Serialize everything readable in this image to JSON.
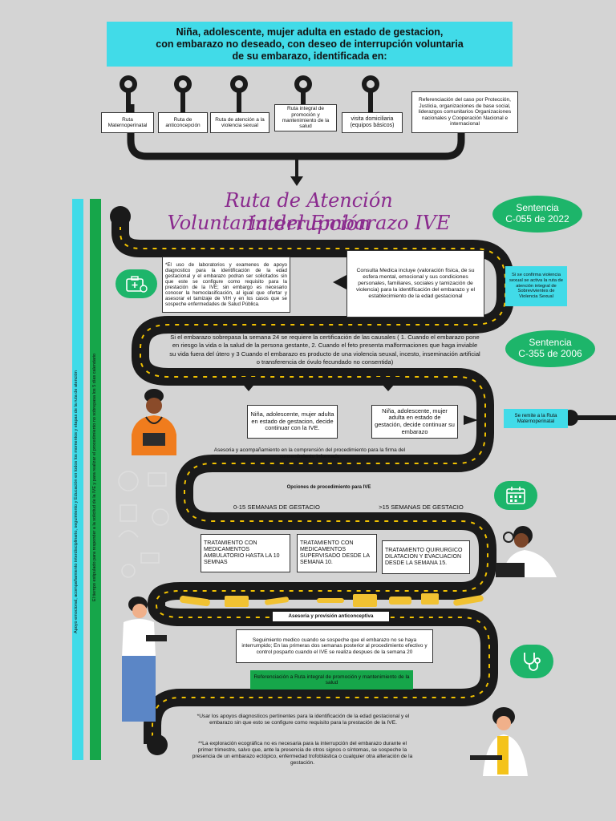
{
  "header": {
    "lines": [
      "Niña, adolescente, mujer adulta en estado de gestacion,",
      "con embarazo no deseado,  con deseo de interrupción voluntaria",
      "de su embarazo, identificada en:"
    ]
  },
  "entry_points": [
    "Ruta Maternoperinatal",
    "Ruta de anticoncepción",
    "Ruta de atención a la violencia sexual",
    "Ruta integral de promoción y mantenimiento de la salud",
    "visita domiciliaria (equipos básicos)",
    "Referenciación del caso por Protección, Justicia, organizaciones de base social, liderazgos comunitarios  Organizaciones nacionales y Cooperación Nacional e internacional"
  ],
  "title": {
    "line1": "Ruta de Atención Interrupción",
    "line2": "Voluntaria del Embarazo IVE",
    "color": "#8a2a8e"
  },
  "sentencias": [
    {
      "line1": "Sentencia",
      "line2": "C-055 de 2022"
    },
    {
      "line1": "Sentencia",
      "line2": "C-355 de 2006"
    }
  ],
  "side_bars": {
    "cyan_text": "Apoyo emocional, acompañamiento interdisciplinario, seguimiento y Educación en todos los momentos y etapas de la ruta de atención",
    "green_text": "El tiempo estipulado para responder a la solicitud de la IVE y para realizar el procedimiento no sobrepasa los 5 días calendario"
  },
  "boxes": {
    "labs": "*El uso de laboratorios y examenes de apoyo diagnostico  para la identificación de la edad gestacional y el embarazo podran ser solicitados sin que este se configure como requisito para la prestación de la IVE; sin embargo es necesario conocer la hemoclasificación, al igual que ofertar y asesorar el tamizaje de VIH y en los casos que se sospeche enfermedades de Salud Pública.",
    "consulta": "Consulta Medica incluye  (valoración física, de su esfera mental, emocional y sus condiciones personales, familiares, sociales y tamización de violencia) para la identificación del embarazo  y el establecimiento de la edad gestacional",
    "violencia": "Si se confirma violencia sexual se activa la ruta de atención integral de Sobrevivientes de Violencia Sexual",
    "semana24": "Si el embarazo sobrepasa la semana 24 se requiere la certificación de las causales ( 1. Cuando el embarazo pone en riesgo la vida o la salud de la persona gestante, 2. Cuando el feto presenta malformaciones que haga inviable su vida fuera del útero y 3 Cuando el embarazo es producto de una violencia seuxal, incesto, inseminación artificial o transferencia de óvulo fecundado no consentida)",
    "no_continuar": "Niña, adolescente, mujer adulta en estado de gestacion, decide continuar con la IVE.",
    "continuar": "Niña, adolescente, mujer adulta en estado de gestación, decide continuar su embarazo",
    "remite": "Se remite a la Ruta Maternoperinatal",
    "asesoria": "Asesoria y acompañamiento en la comprensión del procedimiento para la firma del consentimiento Informado",
    "opciones": "Opciones de procedimiento para IVE",
    "rango1": "0-15 SEMANAS DE GESTACIO",
    "rango2": ">15 SEMANAS DE GESTACIO",
    "trat1": "TRATAMIENTO CON MEDICAMENTOS AMBULATORIO HASTA LA 10 SEMNAS",
    "trat2": "TRATAMIENTO CON MEDICAMENTOS SUPERVISADO DESDE LA SEMANA 10.",
    "trat3": "TRATAMIENTO QUIRURGICO DILATACION Y EVACUACION DESDE LA SEMANA 15.",
    "anticonceptiva": "Asesoria y provisión anticonceptiva",
    "seguimiento": "Seguimiento medico cuando se sospeche que el embarazo no se haya interrumpido; En las primeras dos semanas posterior al procedimiento efectivo y control posparto cuando el IVE se realiza despues de la semana 20",
    "referenciacion": "Referenciación  a  Ruta integral de promoción y mantenimiento de la salud"
  },
  "footnotes": {
    "n1": "*Usar los apoyos diagnosticos pertinentes para la identificación de la edad gestacional y el embarazo sin que esto se configure como requisito para la prestación de la IVE.",
    "n2": "**La exploración ecográfica no es necesaria para la interrupción del embarazo durante el primer trimestre, salvo que, ante la presencia de otros signos o síntomas, se sospeche la presencia de un embarazo ectópico, enfermedad trofoblástica o cualquier otra alteración de la gestación."
  },
  "colors": {
    "road": "#1a1a1a",
    "cyan": "#41dbe8",
    "green": "#16a64a",
    "circle": "#1db56a",
    "dash": "#f2c200"
  },
  "icons": [
    "medical-kit-icon",
    "calendar-icon",
    "stethoscope-icon",
    "pin-icon"
  ]
}
